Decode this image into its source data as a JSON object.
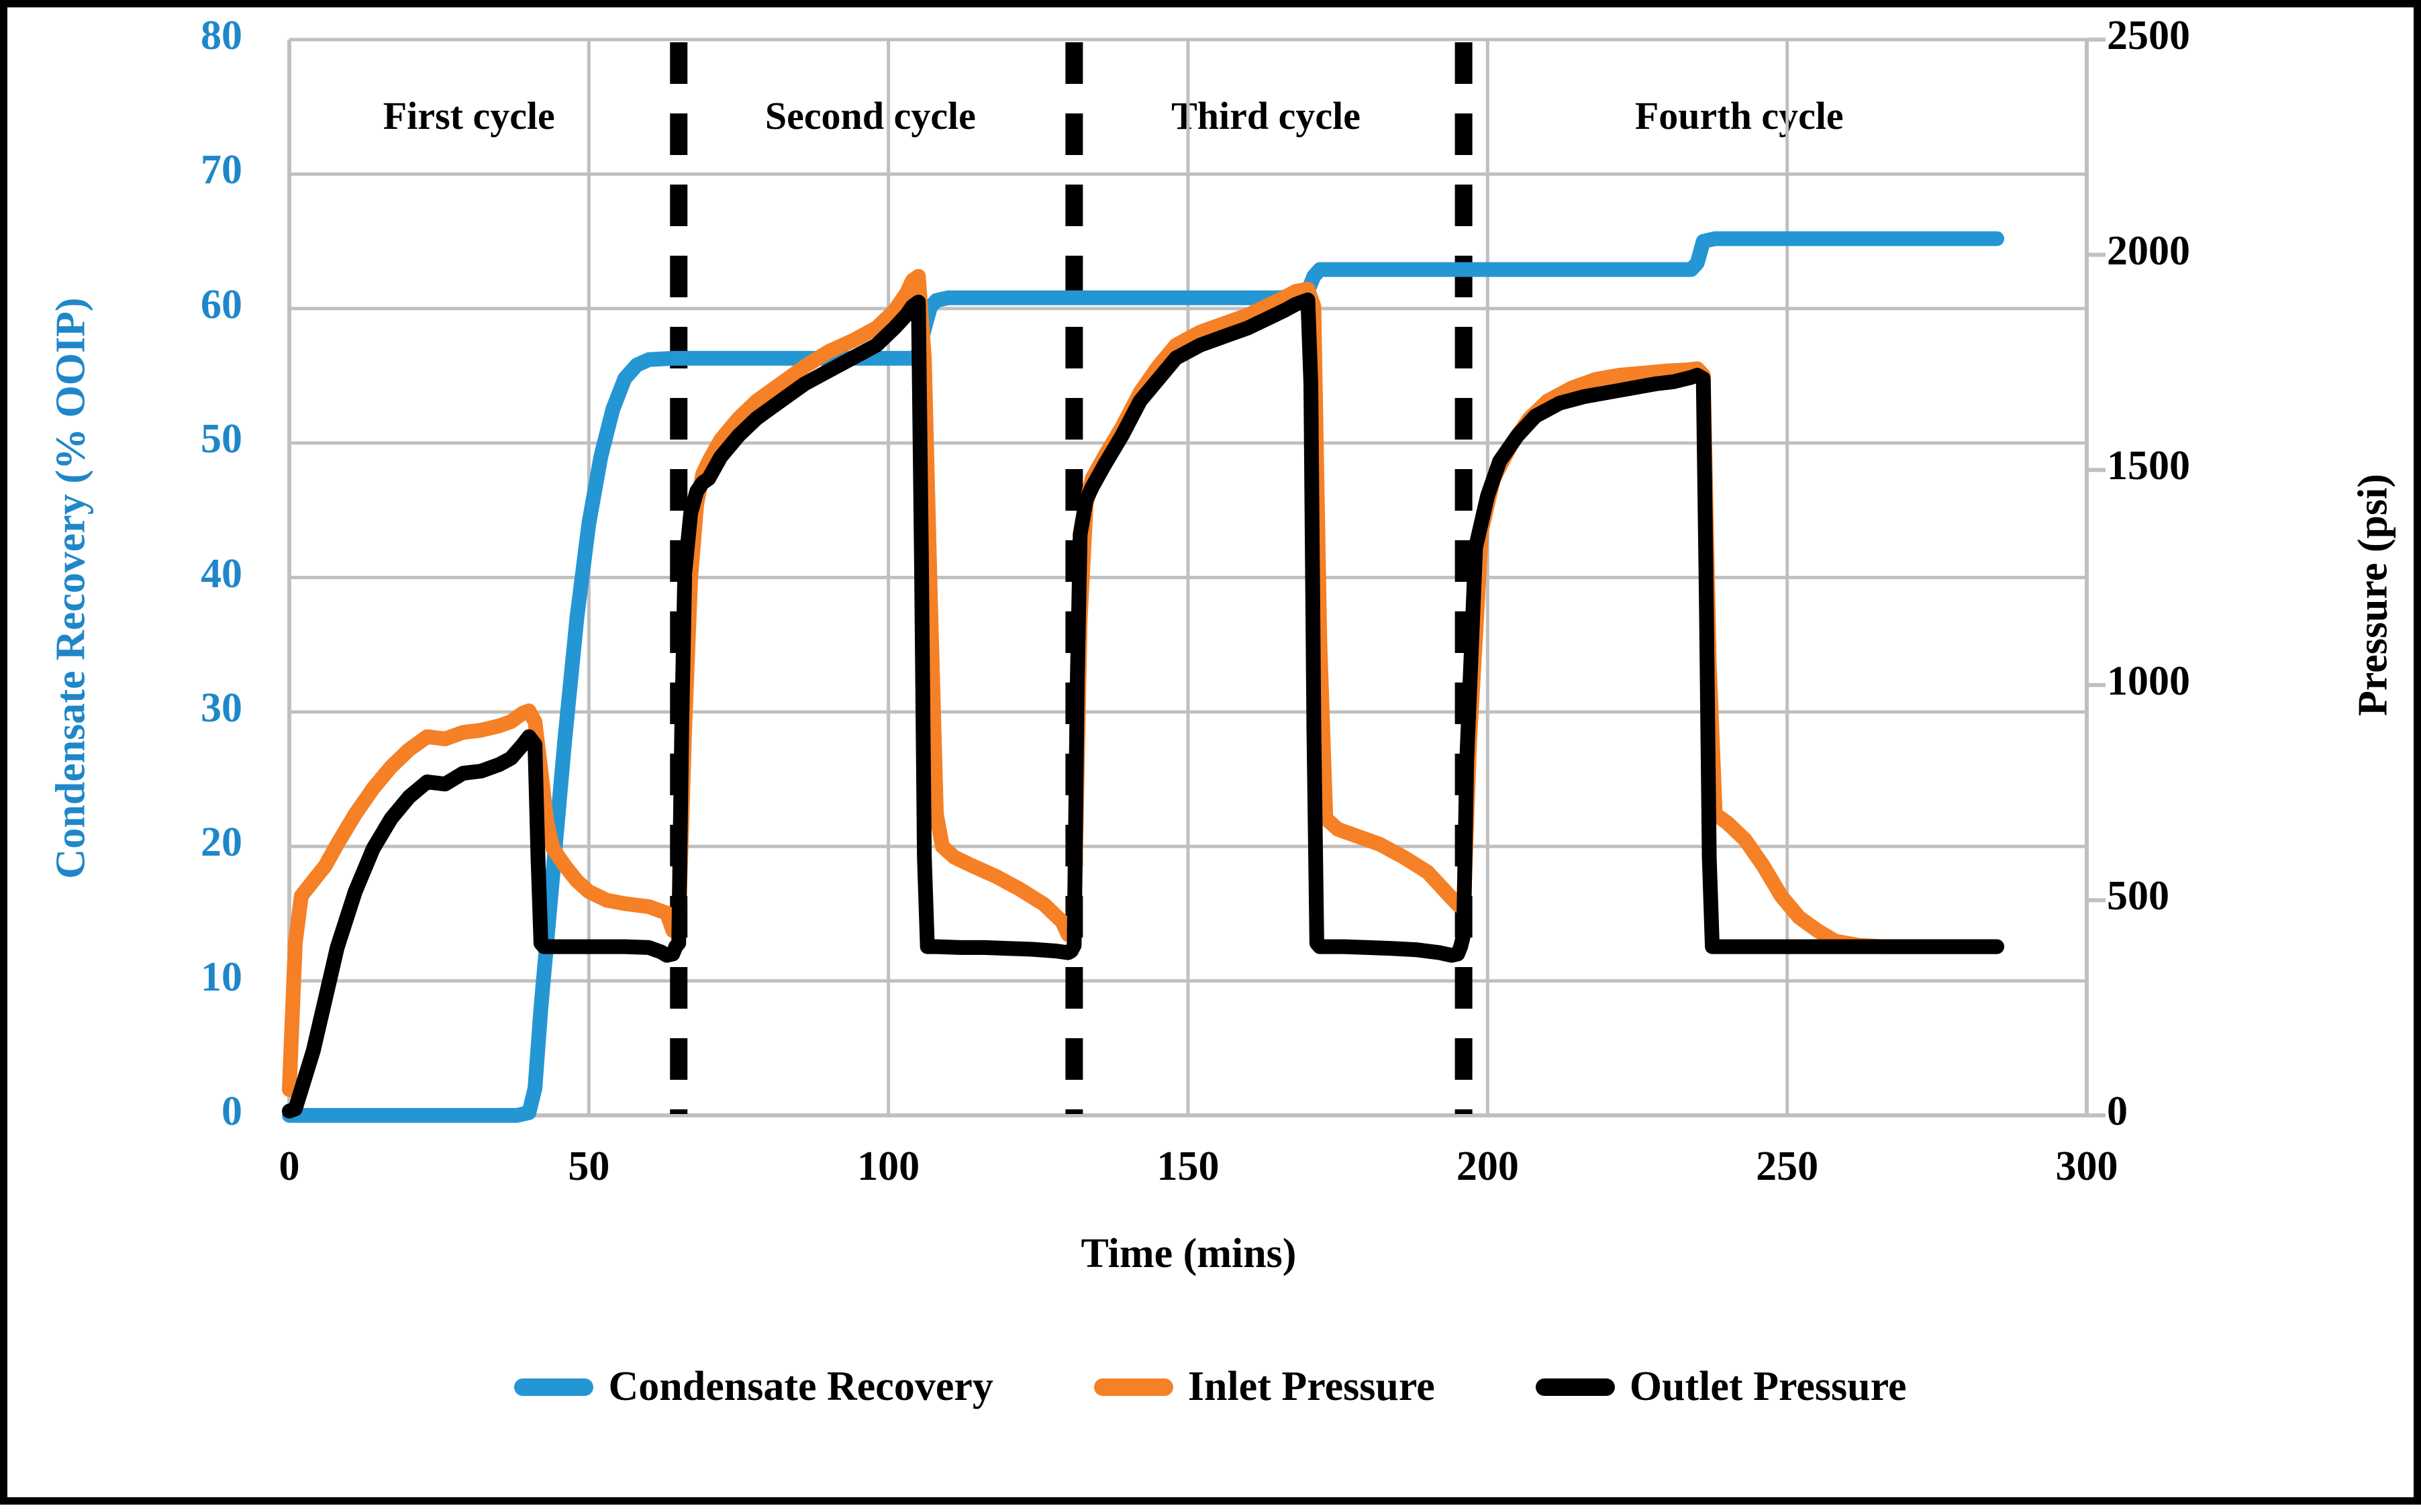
{
  "chart_data": {
    "type": "line",
    "title": "",
    "xlabel": "Time (mins)",
    "ylabel_left": "Condensate Recovery (% OOIP)",
    "ylabel_right": "Pressure (psi)",
    "xlim": [
      0,
      300
    ],
    "ylim_left": [
      0,
      80
    ],
    "ylim_right": [
      0,
      2500
    ],
    "xticks": [
      0,
      50,
      100,
      150,
      200,
      250,
      300
    ],
    "yticks_left": [
      0,
      10,
      20,
      30,
      40,
      50,
      60,
      70,
      80
    ],
    "yticks_right": [
      0,
      500,
      1000,
      1500,
      2000,
      2500
    ],
    "grid": true,
    "legend_position": "bottom",
    "annotations": [
      {
        "text": "First cycle",
        "x": 30
      },
      {
        "text": "Second cycle",
        "x": 97
      },
      {
        "text": "Third cycle",
        "x": 163
      },
      {
        "text": "Fourth cycle",
        "x": 242
      }
    ],
    "cycle_dividers_x": [
      65,
      131,
      196
    ],
    "colors": {
      "condensate_recovery": "#2596d4",
      "inlet_pressure": "#f58025",
      "outlet_pressure": "#000000",
      "gridlines": "#c0c0c0",
      "left_axis_text": "#1f87c9",
      "border": "#000000"
    },
    "series": [
      {
        "name": "Condensate Recovery",
        "axis": "left",
        "color": "#2596d4",
        "units": "% OOIP",
        "points": [
          [
            0,
            0
          ],
          [
            10,
            0
          ],
          [
            20,
            0
          ],
          [
            30,
            0
          ],
          [
            38,
            0
          ],
          [
            40,
            0.2
          ],
          [
            41,
            2
          ],
          [
            42,
            8
          ],
          [
            44,
            18
          ],
          [
            46,
            28
          ],
          [
            48,
            37
          ],
          [
            50,
            44
          ],
          [
            52,
            49
          ],
          [
            54,
            52.5
          ],
          [
            56,
            54.8
          ],
          [
            58,
            55.8
          ],
          [
            60,
            56.2
          ],
          [
            64,
            56.3
          ],
          [
            70,
            56.3
          ],
          [
            80,
            56.3
          ],
          [
            90,
            56.3
          ],
          [
            100,
            56.3
          ],
          [
            104,
            56.3
          ],
          [
            105,
            56.6
          ],
          [
            106,
            58.5
          ],
          [
            107,
            60.1
          ],
          [
            108,
            60.6
          ],
          [
            110,
            60.8
          ],
          [
            115,
            60.8
          ],
          [
            125,
            60.8
          ],
          [
            140,
            60.8
          ],
          [
            155,
            60.8
          ],
          [
            165,
            60.8
          ],
          [
            168,
            60.9
          ],
          [
            170,
            61.3
          ],
          [
            171,
            62.4
          ],
          [
            172,
            62.9
          ],
          [
            175,
            62.9
          ],
          [
            185,
            62.9
          ],
          [
            195,
            62.9
          ],
          [
            210,
            62.9
          ],
          [
            220,
            62.9
          ],
          [
            230,
            62.9
          ],
          [
            234,
            62.9
          ],
          [
            235,
            63.4
          ],
          [
            236,
            65.0
          ],
          [
            238,
            65.2
          ],
          [
            245,
            65.2
          ],
          [
            255,
            65.2
          ],
          [
            265,
            65.2
          ],
          [
            275,
            65.2
          ],
          [
            285,
            65.2
          ]
        ]
      },
      {
        "name": "Inlet Pressure",
        "axis": "right",
        "color": "#f58025",
        "units": "psi",
        "points": [
          [
            0,
            60
          ],
          [
            1,
            400
          ],
          [
            2,
            510
          ],
          [
            4,
            545
          ],
          [
            6,
            580
          ],
          [
            8,
            630
          ],
          [
            11,
            700
          ],
          [
            14,
            760
          ],
          [
            17,
            810
          ],
          [
            20,
            850
          ],
          [
            23,
            880
          ],
          [
            26,
            875
          ],
          [
            29,
            890
          ],
          [
            32,
            895
          ],
          [
            35,
            905
          ],
          [
            37,
            915
          ],
          [
            39,
            935
          ],
          [
            40,
            940
          ],
          [
            41,
            915
          ],
          [
            42,
            800
          ],
          [
            43,
            680
          ],
          [
            44,
            620
          ],
          [
            46,
            580
          ],
          [
            48,
            545
          ],
          [
            50,
            520
          ],
          [
            53,
            500
          ],
          [
            56,
            492
          ],
          [
            60,
            485
          ],
          [
            63,
            470
          ],
          [
            64,
            430
          ],
          [
            65,
            450
          ],
          [
            66,
            900
          ],
          [
            67,
            1250
          ],
          [
            68,
            1420
          ],
          [
            69,
            1490
          ],
          [
            70,
            1520
          ],
          [
            72,
            1570
          ],
          [
            75,
            1620
          ],
          [
            78,
            1660
          ],
          [
            82,
            1700
          ],
          [
            86,
            1740
          ],
          [
            90,
            1775
          ],
          [
            94,
            1800
          ],
          [
            98,
            1830
          ],
          [
            101,
            1870
          ],
          [
            103,
            1910
          ],
          [
            104,
            1940
          ],
          [
            105,
            1950
          ],
          [
            106,
            1760
          ],
          [
            107,
            1200
          ],
          [
            108,
            700
          ],
          [
            109,
            625
          ],
          [
            111,
            600
          ],
          [
            114,
            580
          ],
          [
            118,
            555
          ],
          [
            122,
            525
          ],
          [
            126,
            490
          ],
          [
            129,
            450
          ],
          [
            130,
            420
          ],
          [
            131,
            440
          ],
          [
            132,
            1150
          ],
          [
            133,
            1420
          ],
          [
            134,
            1480
          ],
          [
            136,
            1530
          ],
          [
            139,
            1600
          ],
          [
            142,
            1680
          ],
          [
            145,
            1740
          ],
          [
            148,
            1790
          ],
          [
            152,
            1820
          ],
          [
            156,
            1840
          ],
          [
            160,
            1860
          ],
          [
            163,
            1880
          ],
          [
            166,
            1900
          ],
          [
            168,
            1915
          ],
          [
            170,
            1920
          ],
          [
            171,
            1880
          ],
          [
            172,
            1100
          ],
          [
            173,
            690
          ],
          [
            175,
            665
          ],
          [
            178,
            650
          ],
          [
            182,
            630
          ],
          [
            186,
            600
          ],
          [
            190,
            565
          ],
          [
            193,
            520
          ],
          [
            195,
            490
          ],
          [
            196,
            480
          ],
          [
            197,
            870
          ],
          [
            199,
            1360
          ],
          [
            201,
            1480
          ],
          [
            204,
            1560
          ],
          [
            207,
            1620
          ],
          [
            210,
            1660
          ],
          [
            214,
            1690
          ],
          [
            218,
            1710
          ],
          [
            222,
            1720
          ],
          [
            226,
            1725
          ],
          [
            230,
            1730
          ],
          [
            233,
            1732
          ],
          [
            235,
            1735
          ],
          [
            236,
            1720
          ],
          [
            237,
            1050
          ],
          [
            238,
            700
          ],
          [
            240,
            680
          ],
          [
            243,
            640
          ],
          [
            246,
            580
          ],
          [
            249,
            510
          ],
          [
            252,
            460
          ],
          [
            255,
            430
          ],
          [
            258,
            405
          ],
          [
            262,
            395
          ],
          [
            266,
            392
          ],
          [
            272,
            392
          ],
          [
            278,
            392
          ],
          [
            285,
            392
          ]
        ]
      },
      {
        "name": "Outlet Pressure",
        "axis": "right",
        "color": "#000000",
        "units": "psi",
        "points": [
          [
            0,
            10
          ],
          [
            1,
            15
          ],
          [
            2,
            60
          ],
          [
            4,
            150
          ],
          [
            6,
            270
          ],
          [
            8,
            390
          ],
          [
            11,
            520
          ],
          [
            14,
            620
          ],
          [
            17,
            690
          ],
          [
            20,
            740
          ],
          [
            23,
            775
          ],
          [
            26,
            770
          ],
          [
            29,
            795
          ],
          [
            32,
            800
          ],
          [
            35,
            815
          ],
          [
            37,
            830
          ],
          [
            39,
            862
          ],
          [
            40,
            880
          ],
          [
            41,
            862
          ],
          [
            41.5,
            600
          ],
          [
            42,
            400
          ],
          [
            42.5,
            392
          ],
          [
            44,
            392
          ],
          [
            48,
            392
          ],
          [
            52,
            392
          ],
          [
            56,
            392
          ],
          [
            60,
            390
          ],
          [
            62,
            380
          ],
          [
            63,
            372
          ],
          [
            64,
            375
          ],
          [
            64.5,
            392
          ],
          [
            65,
            400
          ],
          [
            65.5,
            900
          ],
          [
            66,
            1260
          ],
          [
            67,
            1400
          ],
          [
            68,
            1450
          ],
          [
            69,
            1470
          ],
          [
            70,
            1480
          ],
          [
            72,
            1530
          ],
          [
            75,
            1580
          ],
          [
            78,
            1620
          ],
          [
            82,
            1660
          ],
          [
            86,
            1700
          ],
          [
            90,
            1730
          ],
          [
            94,
            1760
          ],
          [
            98,
            1790
          ],
          [
            101,
            1830
          ],
          [
            103,
            1860
          ],
          [
            104,
            1880
          ],
          [
            105,
            1890
          ],
          [
            105.5,
            1300
          ],
          [
            106,
            600
          ],
          [
            106.5,
            392
          ],
          [
            108,
            392
          ],
          [
            112,
            390
          ],
          [
            116,
            390
          ],
          [
            120,
            388
          ],
          [
            124,
            386
          ],
          [
            128,
            382
          ],
          [
            130,
            378
          ],
          [
            130.5,
            382
          ],
          [
            131,
            395
          ],
          [
            131.5,
            1000
          ],
          [
            132,
            1350
          ],
          [
            133,
            1430
          ],
          [
            134,
            1460
          ],
          [
            136,
            1510
          ],
          [
            139,
            1580
          ],
          [
            142,
            1660
          ],
          [
            145,
            1710
          ],
          [
            148,
            1760
          ],
          [
            152,
            1790
          ],
          [
            156,
            1810
          ],
          [
            160,
            1830
          ],
          [
            163,
            1850
          ],
          [
            166,
            1870
          ],
          [
            168,
            1885
          ],
          [
            170,
            1895
          ],
          [
            170.5,
            1700
          ],
          [
            171,
            900
          ],
          [
            171.5,
            400
          ],
          [
            172,
            392
          ],
          [
            176,
            392
          ],
          [
            180,
            390
          ],
          [
            184,
            388
          ],
          [
            188,
            385
          ],
          [
            192,
            378
          ],
          [
            194,
            372
          ],
          [
            195,
            375
          ],
          [
            195.5,
            392
          ],
          [
            196,
            420
          ],
          [
            196.5,
            820
          ],
          [
            198,
            1320
          ],
          [
            200,
            1440
          ],
          [
            202,
            1520
          ],
          [
            205,
            1580
          ],
          [
            208,
            1625
          ],
          [
            212,
            1655
          ],
          [
            216,
            1670
          ],
          [
            220,
            1680
          ],
          [
            224,
            1690
          ],
          [
            228,
            1700
          ],
          [
            231,
            1705
          ],
          [
            234,
            1715
          ],
          [
            235,
            1720
          ],
          [
            236,
            1712
          ],
          [
            236.5,
            1200
          ],
          [
            237,
            600
          ],
          [
            237.5,
            392
          ],
          [
            240,
            392
          ],
          [
            246,
            392
          ],
          [
            252,
            392
          ],
          [
            260,
            392
          ],
          [
            270,
            392
          ],
          [
            285,
            392
          ]
        ]
      }
    ]
  },
  "legend": {
    "items": [
      {
        "label": "Condensate Recovery",
        "color": "#2596d4"
      },
      {
        "label": "Inlet Pressure",
        "color": "#f58025"
      },
      {
        "label": "Outlet Pressure",
        "color": "#000000"
      }
    ]
  }
}
